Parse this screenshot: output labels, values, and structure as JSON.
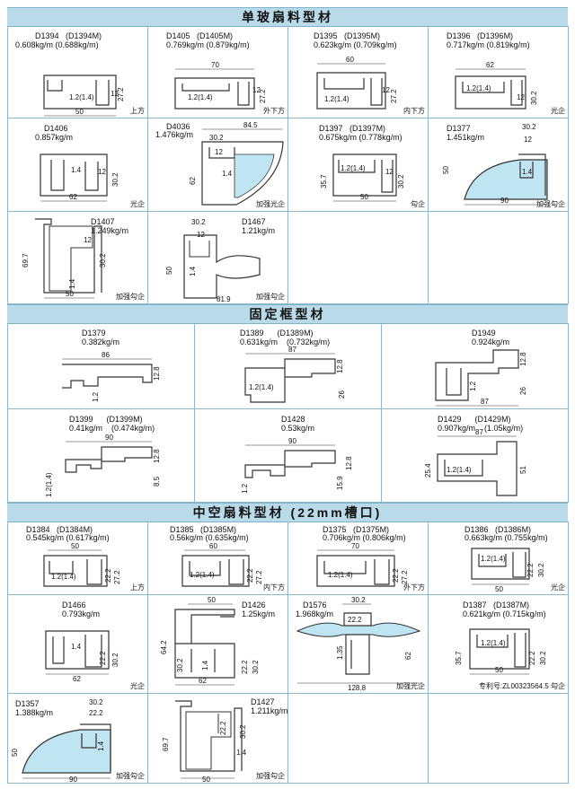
{
  "sections": [
    {
      "title": "单玻扇料型材",
      "rows": [
        [
          {
            "code": "D1394",
            "code_m": "(D1394M)",
            "weight": "0.608kg/m",
            "weight_m": "(0.688kg/m)",
            "dims": [
              "1.2(1.4)",
              "12",
              "27.2",
              "50"
            ],
            "note": "上方"
          },
          {
            "code": "D1405",
            "code_m": "(D1405M)",
            "weight": "0.769kg/m",
            "weight_m": "(0.879kg/m)",
            "dims": [
              "70",
              "1.2(1.4)",
              "12",
              "27.2"
            ],
            "note": "外下方"
          },
          {
            "code": "D1395",
            "code_m": "(D1395M)",
            "weight": "0.623kg/m",
            "weight_m": "(0.709kg/m)",
            "dims": [
              "60",
              "1.2(1.4)",
              "12",
              "27.2"
            ],
            "note": "内下方"
          },
          {
            "code": "D1396",
            "code_m": "(D1396M)",
            "weight": "0.717kg/m",
            "weight_m": "(0.819kg/m)",
            "dims": [
              "62",
              "1.2(1.4)",
              "12",
              "30.2"
            ],
            "note": "光企"
          }
        ],
        [
          {
            "code": "D1406",
            "code_m": "",
            "weight": "0.857kg/m",
            "weight_m": "",
            "dims": [
              "1.4",
              "12",
              "30.2",
              "62"
            ],
            "note": "光企"
          },
          {
            "code": "D4036",
            "code_m": "",
            "weight": "1.476kg/m",
            "weight_m": "",
            "dims": [
              "84.5",
              "30.2",
              "12",
              "1.4",
              "62"
            ],
            "note": "加强光企"
          },
          {
            "code": "D1397",
            "code_m": "(D1397M)",
            "weight": "0.675kg/m",
            "weight_m": "(0.778kg/m)",
            "dims": [
              "35.7",
              "1.2(1.4)",
              "12",
              "30.2",
              "50"
            ],
            "note": "勾企"
          },
          {
            "code": "D1377",
            "code_m": "",
            "weight": "1.451kg/m",
            "weight_m": "",
            "dims": [
              "30.2",
              "12",
              "50",
              "1.4",
              "90"
            ],
            "note": "加强勾企"
          }
        ],
        [
          {
            "code": "D1407",
            "code_m": "",
            "weight": "1.249kg/m",
            "weight_m": "",
            "dims": [
              "69.7",
              "12",
              "30.2",
              "1.4",
              "50"
            ],
            "note": "加强勾企"
          },
          {
            "code": "D1467",
            "code_m": "",
            "weight": "1.21kg/m",
            "weight_m": "",
            "dims": [
              "30.2",
              "12",
              "50",
              "1.4",
              "81.9"
            ],
            "note": "加强勾企"
          }
        ]
      ]
    },
    {
      "title": "固定框型材",
      "rows": [
        [
          {
            "code": "D1379",
            "code_m": "",
            "weight": "0.382kg/m",
            "weight_m": "",
            "dims": [
              "86",
              "12.8",
              "1.2"
            ],
            "note": ""
          },
          {
            "code": "D1389",
            "code_m": "(D1389M)",
            "weight": "0.631kg/m",
            "weight_m": "(0.732kg/m)",
            "dims": [
              "87",
              "12.8",
              "1.2(1.4)",
              "26"
            ],
            "note": ""
          },
          {
            "code": "D1949",
            "code_m": "",
            "weight": "0.924kg/m",
            "weight_m": "",
            "dims": [
              "12.8",
              "26",
              "1.2",
              "87"
            ],
            "note": ""
          }
        ],
        [
          {
            "code": "D1399",
            "code_m": "(D1399M)",
            "weight": "0.41kg/m",
            "weight_m": "(0.474kg/m)",
            "dims": [
              "90",
              "12.8",
              "1.2(1.4)",
              "8.5"
            ],
            "note": ""
          },
          {
            "code": "D1428",
            "code_m": "",
            "weight": "0.53kg/m",
            "weight_m": "",
            "dims": [
              "90",
              "1.2",
              "15.9",
              "12.8"
            ],
            "note": ""
          },
          {
            "code": "D1429",
            "code_m": "(D1429M)",
            "weight": "0.907kg/m",
            "weight_m": "(1.05kg/m)",
            "dims": [
              "87",
              "25.4",
              "1.2(1.4)",
              "51"
            ],
            "note": ""
          }
        ]
      ]
    },
    {
      "title": "中空扇料型材 (22mm槽口)",
      "rows": [
        [
          {
            "code": "D1384",
            "code_m": "(D1384M)",
            "weight": "0.545kg/m",
            "weight_m": "(0.617kg/m)",
            "dims": [
              "50",
              "1.2(1.4)",
              "22.2",
              "27.2"
            ],
            "note": "上方"
          },
          {
            "code": "D1385",
            "code_m": "(D1385M)",
            "weight": "0.56kg/m",
            "weight_m": "(0.635kg/m)",
            "dims": [
              "60",
              "1.2(1.4)",
              "22.2",
              "27.2"
            ],
            "note": "内下方"
          },
          {
            "code": "D1375",
            "code_m": "(D1375M)",
            "weight": "0.706kg/m",
            "weight_m": "(0.806kg/m)",
            "dims": [
              "70",
              "1.2(1.4)",
              "22.2",
              "27.2"
            ],
            "note": "外下方"
          },
          {
            "code": "D1386",
            "code_m": "(D1386M)",
            "weight": "0.663kg/m",
            "weight_m": "(0.755kg/m)",
            "dims": [
              "1.2(1.4)",
              "22.2",
              "30.2",
              "50"
            ],
            "note": "光企"
          }
        ],
        [
          {
            "code": "D1466",
            "code_m": "",
            "weight": "0.793kg/m",
            "weight_m": "",
            "dims": [
              "1.4",
              "22.2",
              "30.2",
              "62"
            ],
            "note": "光企"
          },
          {
            "code": "D1426",
            "code_m": "",
            "weight": "1.25kg/m",
            "weight_m": "",
            "dims": [
              "50",
              "64.2",
              "30.2",
              "1.4",
              "22.2",
              "30.2",
              "62"
            ],
            "note": ""
          },
          {
            "code": "D1576",
            "code_m": "",
            "weight": "1.968kg/m",
            "weight_m": "",
            "dims": [
              "30.2",
              "22.2",
              "1.35",
              "62",
              "128.8"
            ],
            "note": "加强光企"
          },
          {
            "code": "D1387",
            "code_m": "(D1387M)",
            "weight": "0.621kg/m",
            "weight_m": "(0.715kg/m)",
            "dims": [
              "35.7",
              "1.2(1.4)",
              "22.2",
              "30.2",
              "50"
            ],
            "note": "专利号:ZL00323564.5  勾企"
          }
        ],
        [
          {
            "code": "D1357",
            "code_m": "",
            "weight": "1.388kg/m",
            "weight_m": "",
            "dims": [
              "30.2",
              "22.2",
              "50",
              "1.4",
              "90"
            ],
            "note": "加强勾企"
          },
          {
            "code": "D1427",
            "code_m": "",
            "weight": "1.211kg/m",
            "weight_m": "",
            "dims": [
              "69.7",
              "30.2",
              "22.2",
              "1.4",
              "50"
            ],
            "note": "加强勾企"
          }
        ]
      ]
    }
  ]
}
